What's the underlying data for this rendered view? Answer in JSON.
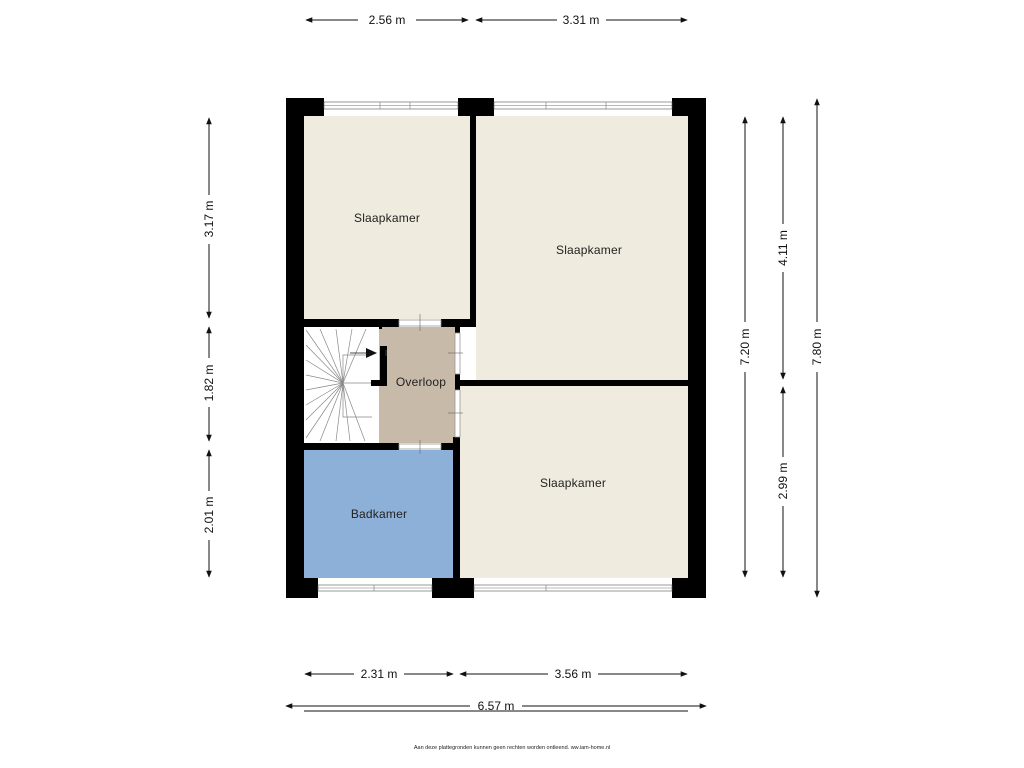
{
  "rooms": {
    "slaapkamer_nw": "Slaapkamer",
    "slaapkamer_ne": "Slaapkamer",
    "slaapkamer_se": "Slaapkamer",
    "overloop": "Overloop",
    "badkamer": "Badkamer"
  },
  "dimensions": {
    "top_left": "2.56 m",
    "top_right": "3.31 m",
    "left_top": "3.17 m",
    "left_middle": "1.82 m",
    "left_bottom": "2.01 m",
    "right_total_inner": "7.20 m",
    "right_upper": "4.11 m",
    "right_lower": "2.99 m",
    "right_total_outer": "7.80 m",
    "bottom_left": "2.31 m",
    "bottom_right": "3.56 m",
    "bottom_total": "6.57 m"
  },
  "footer": "Aan deze plattegronden kunnen geen rechten worden ontleend. ww.iam-home.nl",
  "colors": {
    "bedroom": "#efebdf",
    "landing": "#c8baa8",
    "bathroom": "#8db0d8",
    "wall": "#000000"
  }
}
